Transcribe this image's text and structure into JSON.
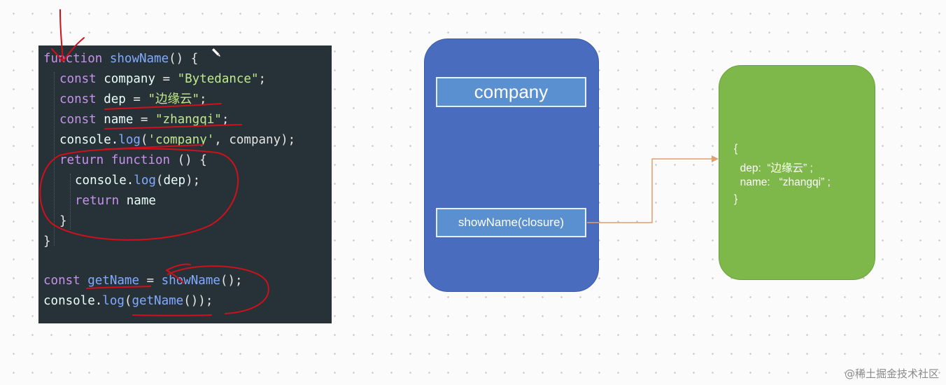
{
  "code": {
    "line1": {
      "kw": "function",
      "fn": "showName",
      "rest": "() {"
    },
    "line2": {
      "kw": "const",
      "name": "company",
      "op": " = ",
      "str": "\"Bytedance\"",
      "end": ";"
    },
    "line3": {
      "kw": "const",
      "name": "dep",
      "op": " = ",
      "str": "\"边缘云\"",
      "end": ";"
    },
    "line4": {
      "kw": "const",
      "name": "name",
      "op": " = ",
      "str": "\"zhangqi\"",
      "end": ";"
    },
    "line5": {
      "obj": "console.",
      "fn": "log",
      "open": "(",
      "str": "'company'",
      "rest": ", company);"
    },
    "line6": {
      "kw1": "return",
      "kw2": "function",
      "rest": " () {"
    },
    "line7": {
      "obj": "console.",
      "fn": "log",
      "open": "(",
      "arg": "dep",
      "end": ");"
    },
    "line8": {
      "kw": "return",
      "name": " name"
    },
    "line9": {
      "text": "}"
    },
    "line10": {
      "text": "}"
    },
    "line11": {
      "kw": "const",
      "name": "getName",
      "op": " = ",
      "fn": "showName",
      "end": "();"
    },
    "line12": {
      "obj": "console.",
      "fn": "log",
      "open": "(",
      "fn2": "getName",
      "end": "());"
    }
  },
  "stack": {
    "company_label": "company",
    "closure_label": "showName(closure)"
  },
  "heap": {
    "open": "{",
    "dep": "  dep:  “边缘云” ;",
    "name": "  name:   “zhangqi” ;",
    "close": "}"
  },
  "watermark": "@稀土掘金技术社区",
  "colors": {
    "code_bg": "#263238",
    "stack_bg": "#4a6cbf",
    "cell_bg": "#5a8fd0",
    "heap_bg": "#7fb84a",
    "arrow": "#e0a070",
    "annotation": "#d0101a"
  }
}
